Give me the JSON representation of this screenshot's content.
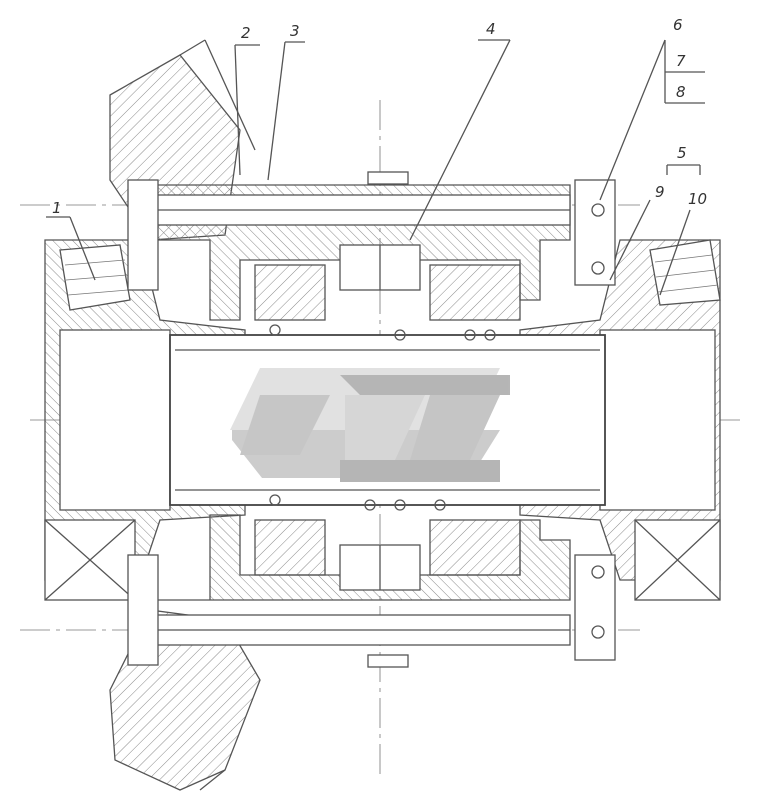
{
  "labels": {
    "l1": "1",
    "l2": "2",
    "l3": "3",
    "l4": "4",
    "l5": "5",
    "l6": "6",
    "l7": "7",
    "l8": "8",
    "l9": "9",
    "l10": "10"
  },
  "colors": {
    "line": "#555555",
    "hatch": "#888888",
    "watermark_light": "#dcdcdc",
    "watermark_mid": "#c4c4c4",
    "watermark_dark": "#a9a9a9"
  },
  "watermark": {
    "icon": "chevron-logo-watermark"
  }
}
